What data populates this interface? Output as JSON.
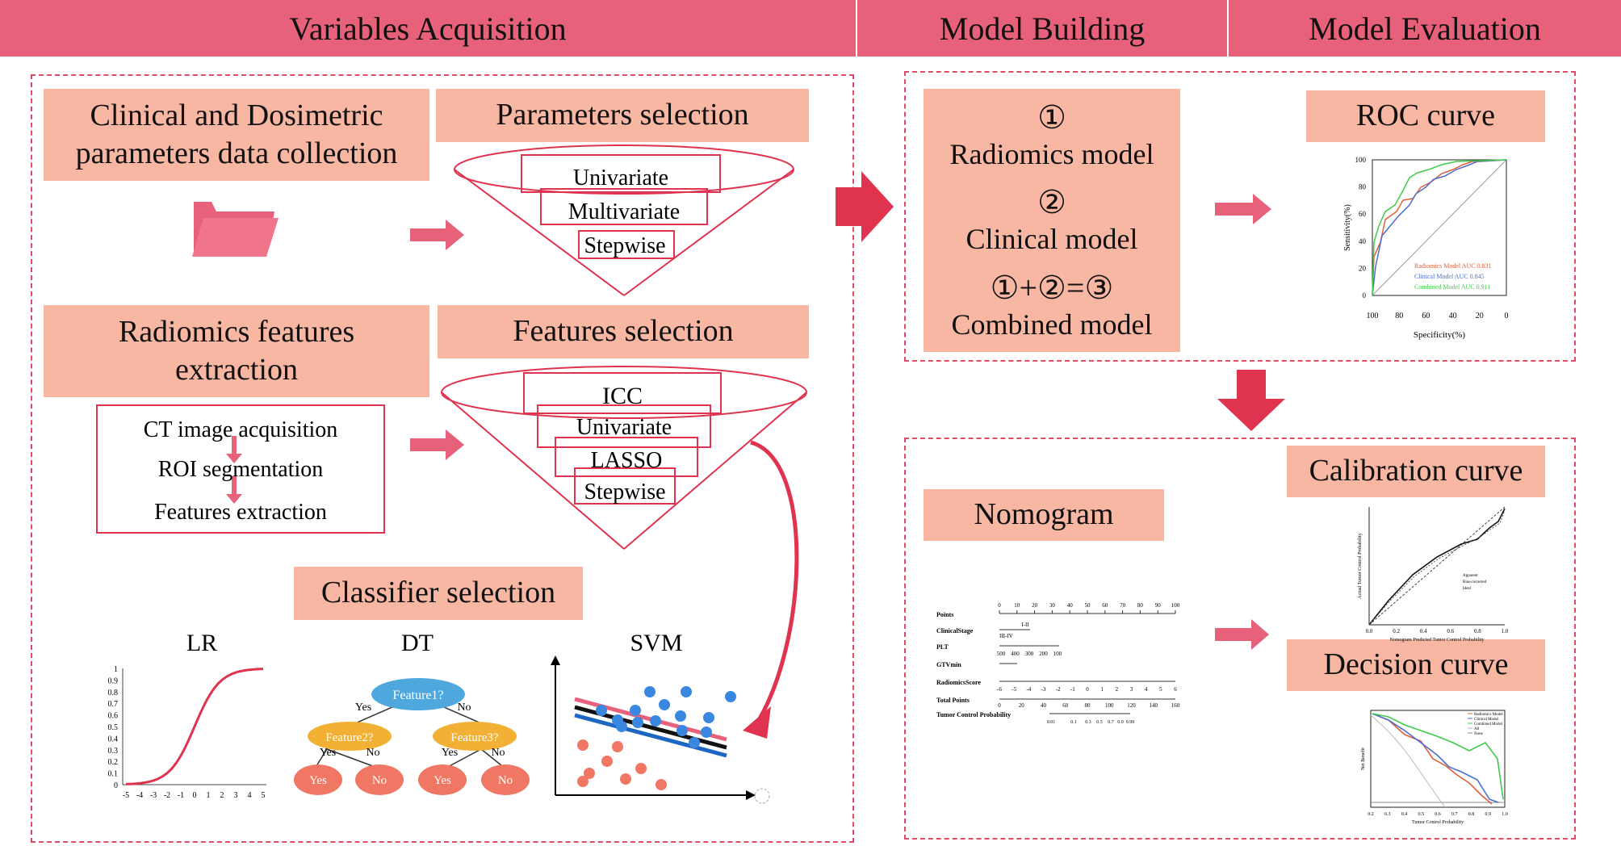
{
  "headers": {
    "variables": "Variables  Acquisition",
    "building": "Model Building",
    "evaluation": "Model Evaluation"
  },
  "acquisition": {
    "clinical_box": "Clinical and Dosimetric parameters data collection",
    "param_selection": "Parameters  selection",
    "param_steps": [
      "Univariate",
      "Multivariate",
      "Stepwise"
    ],
    "radiomics_box": "Radiomics features extraction",
    "features_selection": "Features selection",
    "feature_steps": [
      "ICC",
      "Univariate",
      "LASSO",
      "Stepwise"
    ],
    "ct_steps": [
      "CT image acquisition",
      "ROI segmentation",
      "Features extraction"
    ],
    "classifier_selection": "Classifier selection",
    "classifiers": [
      "LR",
      "DT",
      "SVM"
    ]
  },
  "lr_plot": {
    "y_ticks": [
      "0",
      "0.1",
      "0.2",
      "0.3",
      "0.4",
      "0.5",
      "0.6",
      "0.7",
      "0.8",
      "0.9",
      "1"
    ],
    "x_ticks": [
      "-5",
      "-4",
      "-3",
      "-2",
      "-1",
      "0",
      "1",
      "2",
      "3",
      "4",
      "5"
    ]
  },
  "dt_tree": {
    "root": "Feature1?",
    "left": "Feature2?",
    "right": "Feature3?",
    "yes": "Yes",
    "no": "No"
  },
  "model": {
    "n1": "①",
    "m1": "Radiomics model",
    "n2": "②",
    "m2": "Clinical model",
    "combo": "①+②=③",
    "m3": "Combined model"
  },
  "evaluation": {
    "roc": "ROC curve",
    "nomogram": "Nomogram",
    "calibration": "Calibration curve",
    "decision": "Decision curve"
  },
  "roc_plot": {
    "ylabel": "Sensitivity(%)",
    "xlabel": "Specificity(%)",
    "y_ticks": [
      "0",
      "20",
      "40",
      "60",
      "80",
      "100"
    ],
    "x_ticks": [
      "100",
      "80",
      "60",
      "40",
      "20",
      "0"
    ],
    "legend": [
      "Radiomics Model AUC 0.831",
      "Clinical Model AUC      0.845",
      "Combined Model AUC  0.911"
    ]
  },
  "nomogram_plot": {
    "rows": [
      "Points",
      "ClinicalStage",
      "PLT",
      "GTVmin",
      "RadiomicsScore",
      "Total Points",
      "Tumor Control Probability"
    ],
    "points_ticks": [
      "0",
      "10",
      "20",
      "30",
      "40",
      "50",
      "60",
      "70",
      "80",
      "90",
      "100"
    ],
    "stage_ticks": [
      "I-II",
      "III-IV"
    ],
    "plt_ticks": [
      "500",
      "400",
      "300",
      "200",
      "100"
    ],
    "score_ticks": [
      "-6",
      "-5",
      "-4",
      "-3",
      "-2",
      "-1",
      "0",
      "1",
      "2",
      "3",
      "4",
      "5",
      "6"
    ],
    "total_ticks": [
      "0",
      "20",
      "40",
      "60",
      "80",
      "100",
      "120",
      "140",
      "160"
    ],
    "prob_ticks": [
      "0.01",
      "0.1",
      "0.3",
      "0.5",
      "0.7",
      "0.9",
      "0.99"
    ]
  },
  "calibration_plot": {
    "ylabel": "Actual Tumor Control Probability",
    "xlabel": "Nomogram Predicted Tumor Control Probability",
    "x_ticks": [
      "0.0",
      "0.2",
      "0.4",
      "0.6",
      "0.8",
      "1.0"
    ],
    "legend": [
      "Apparent",
      "Bias-corrected",
      "Ideal"
    ]
  },
  "decision_plot": {
    "ylabel": "Net Benefit",
    "xlabel": "Tumor Control Probability",
    "x_ticks": [
      "0.2",
      "0.3",
      "0.4",
      "0.5",
      "0.6",
      "0.7",
      "0.8",
      "0.9",
      "1.0"
    ],
    "legend": [
      "Radiomics Model",
      "Clinical Model",
      "Combined Model",
      "All",
      "None"
    ]
  },
  "colors": {
    "header": "#e8617a",
    "box": "#f7b7a3",
    "arrow": "#e0334f",
    "dash": "#e04a64"
  }
}
